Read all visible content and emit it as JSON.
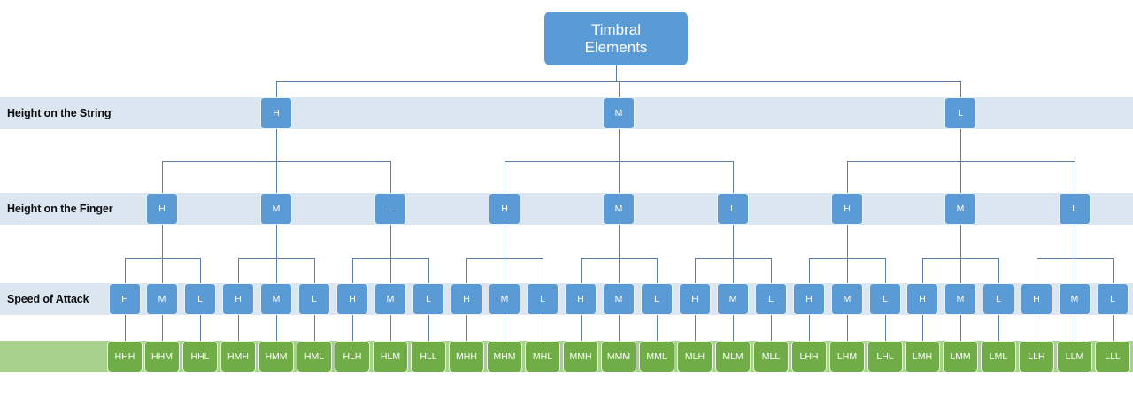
{
  "diagram": {
    "root": {
      "label": "Timbral\nElements"
    },
    "rows": [
      {
        "name": "height-on-the-string",
        "label": "Height on the String"
      },
      {
        "name": "height-on-the-finger",
        "label": "Height on the Finger"
      },
      {
        "name": "speed-of-attack",
        "label": "Speed of Attack"
      },
      {
        "name": "combinations",
        "label": ""
      }
    ],
    "level1": [
      "H",
      "M",
      "L"
    ],
    "level2": [
      "H",
      "M",
      "L",
      "H",
      "M",
      "L",
      "H",
      "M",
      "L"
    ],
    "level3": [
      "H",
      "M",
      "L",
      "H",
      "M",
      "L",
      "H",
      "M",
      "L",
      "H",
      "M",
      "L",
      "H",
      "M",
      "L",
      "H",
      "M",
      "L",
      "H",
      "M",
      "L",
      "H",
      "M",
      "L",
      "H",
      "M",
      "L"
    ],
    "leaves": [
      "HHH",
      "HHM",
      "HHL",
      "HMH",
      "HMM",
      "HML",
      "HLH",
      "HLM",
      "HLL",
      "MHH",
      "MHM",
      "MHL",
      "MMH",
      "MMM",
      "MML",
      "MLH",
      "MLM",
      "MLL",
      "LHH",
      "LHM",
      "LHL",
      "LMH",
      "LMM",
      "LML",
      "LLH",
      "LLM",
      "LLL"
    ],
    "colors": {
      "node_blue": "#5B9BD5",
      "node_green": "#70AD47",
      "band_blue": "#DCE6F1",
      "band_green": "#A9D18E",
      "connector": "#5A7FA6",
      "node_text": "#FFFFFF",
      "band_text": "#0D0D0D"
    }
  }
}
